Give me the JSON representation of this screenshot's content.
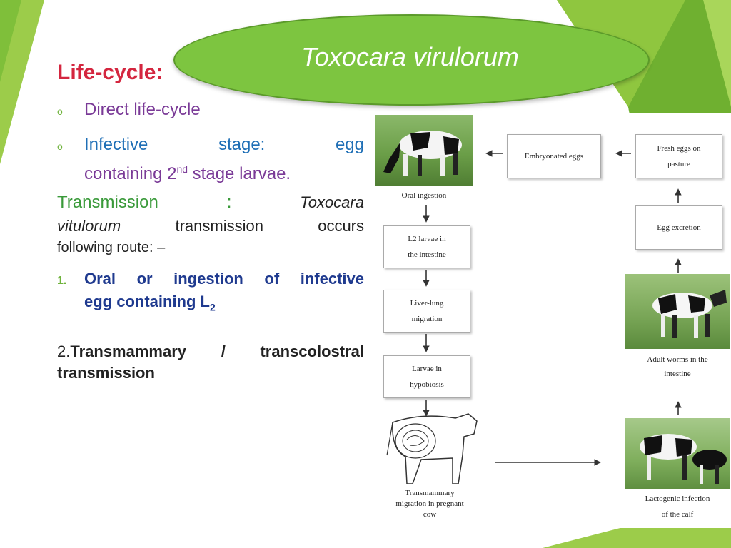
{
  "title": "Toxocara virulorum",
  "heading": "Life-cycle:",
  "bullets": {
    "b1": "Direct life-cycle",
    "b2_label": "Infective",
    "b2_word2": "stage:",
    "b2_word3": "egg",
    "b2_line2a": "containing 2",
    "b2_sup": "nd",
    "b2_line2b": " stage larvae."
  },
  "transmission": {
    "label": "Transmission",
    "colon": ":",
    "word": "Toxocara",
    "line2a": "vitulorum",
    "line2b": "transmission",
    "line2c": "occurs",
    "line3": "following route: –"
  },
  "routes": {
    "r1_num": "1.",
    "r1_line1a": "Oral",
    "r1_line1b": "or",
    "r1_line1c": "ingestion",
    "r1_line1d": "of",
    "r1_line1e": "infective",
    "r1_line2": "egg containing L",
    "r1_sub": "2",
    "r2_num": "2.",
    "r2_line1a": "Transmammary",
    "r2_line1b": "/",
    "r2_line1c": "transcolostral",
    "r2_line2": "transmission"
  },
  "diagram": {
    "left": [
      "Oral ingestion",
      "L2 larvae in",
      "the intestine",
      "Liver-lung",
      "migration",
      "Larvae in",
      "hypobiosis",
      "Transmammary",
      "migration in pregnant",
      "cow"
    ],
    "middle": "Embryonated eggs",
    "right": [
      "Fresh eggs on",
      "pasture",
      "Egg excretion",
      "Adult worms in the",
      "intestine",
      "Lactogenic infection",
      "of the calf"
    ]
  },
  "colors": {
    "accent_green": "#7dc540",
    "heading_red": "#d4263f",
    "purple": "#7a3a97",
    "blue": "#1f6fb6",
    "navy": "#1f3a8f"
  }
}
